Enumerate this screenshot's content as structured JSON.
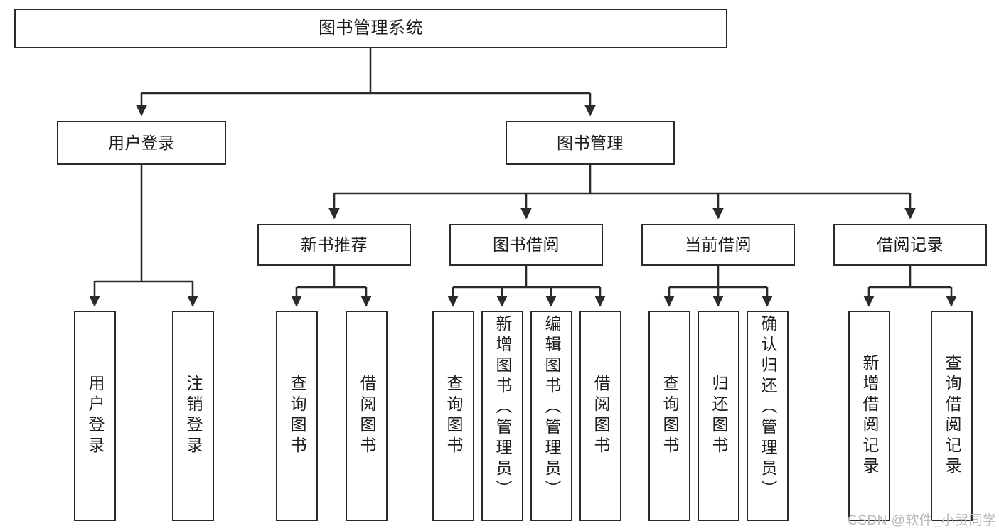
{
  "diagram": {
    "title": "图书管理系统",
    "type": "tree",
    "background_color": "#ffffff",
    "line_color": "#2b2b2b",
    "box_border_color": "#2b2b2b",
    "box_fill_color": "#ffffff",
    "text_color": "#1d1d1d"
  },
  "nodes": {
    "root": {
      "label": "图书管理系统"
    },
    "level2": [
      {
        "label": "用户登录"
      },
      {
        "label": "图书管理"
      }
    ],
    "level3": [
      {
        "label": "新书推荐"
      },
      {
        "label": "图书借阅"
      },
      {
        "label": "当前借阅"
      },
      {
        "label": "借阅记录"
      }
    ],
    "leaves": {
      "user_login": [
        {
          "label": "用户登录"
        },
        {
          "label": "注销登录"
        }
      ],
      "new_book_recommend": [
        {
          "label": "查询图书"
        },
        {
          "label": "借阅图书"
        }
      ],
      "book_borrow": [
        {
          "label": "查询图书"
        },
        {
          "label": "新增图书（管理员）"
        },
        {
          "label": "编辑图书（管理员）"
        },
        {
          "label": "借阅图书"
        }
      ],
      "current_borrow": [
        {
          "label": "查询图书"
        },
        {
          "label": "归还图书"
        },
        {
          "label": "确认归还（管理员）"
        }
      ],
      "borrow_record": [
        {
          "label": "新增借阅记录"
        },
        {
          "label": "查询借阅记录"
        }
      ]
    }
  },
  "watermark": {
    "text": "CSDN @软件_小贺同学"
  }
}
